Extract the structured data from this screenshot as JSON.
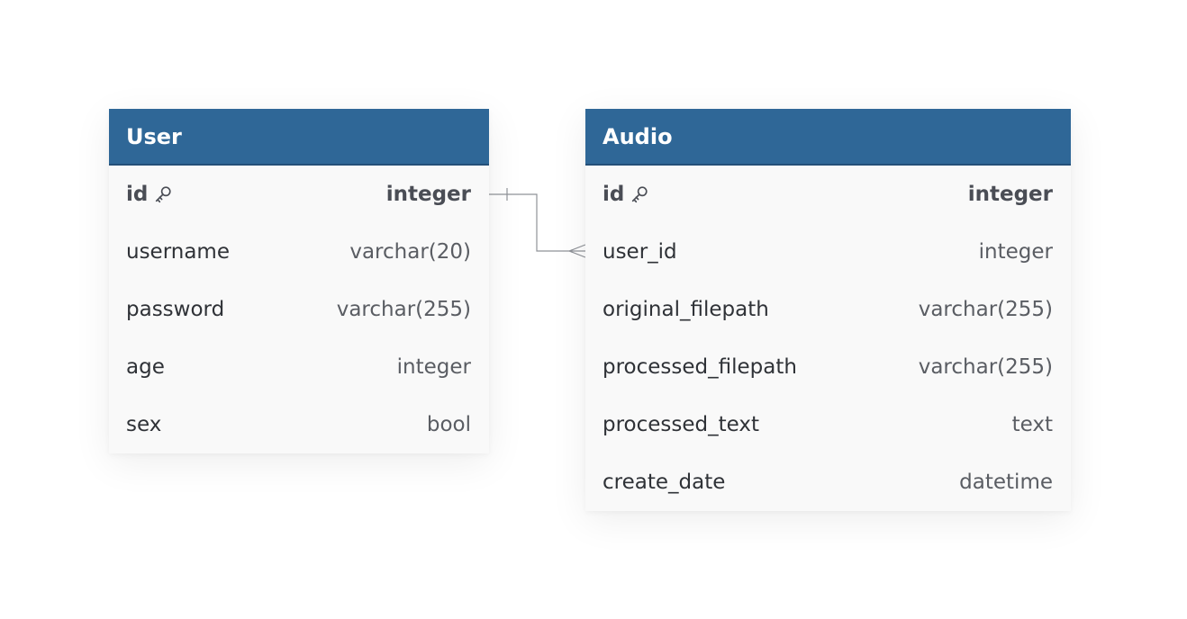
{
  "tables": {
    "user": {
      "name": "User",
      "fields": [
        {
          "name": "id",
          "type": "integer",
          "pk": true
        },
        {
          "name": "username",
          "type": "varchar(20)"
        },
        {
          "name": "password",
          "type": "varchar(255)"
        },
        {
          "name": "age",
          "type": "integer"
        },
        {
          "name": "sex",
          "type": "bool"
        }
      ]
    },
    "audio": {
      "name": "Audio",
      "fields": [
        {
          "name": "id",
          "type": "integer",
          "pk": true
        },
        {
          "name": "user_id",
          "type": "integer"
        },
        {
          "name": "original_filepath",
          "type": "varchar(255)"
        },
        {
          "name": "processed_filepath",
          "type": "varchar(255)"
        },
        {
          "name": "processed_text",
          "type": "text"
        },
        {
          "name": "create_date",
          "type": "datetime"
        }
      ]
    }
  },
  "colors": {
    "header": "#2f6797",
    "connector": "#8f9298"
  },
  "icons": {
    "primary_key": "key-icon"
  }
}
